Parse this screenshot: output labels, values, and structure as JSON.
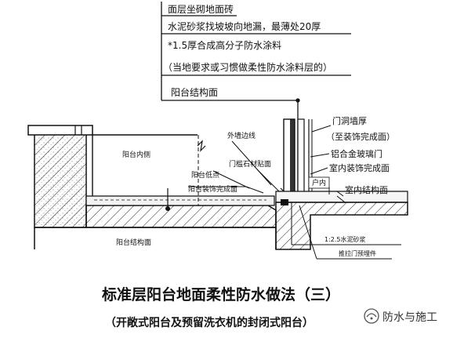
{
  "notes": {
    "n1": "面层坐砌地面砖",
    "n2": "水泥砂浆找坡坡向地漏，最薄处20厚",
    "n3": "*1.5厚合成高分子防水涂料",
    "n4": "（当地要求或习惯做柔性防水涂料层的）",
    "n5": "阳台结构面"
  },
  "labels": {
    "balcony_inner": "阳台内侧",
    "outer_wall_line": "外墙边线",
    "door_sill_finish": "门槛石材贴面",
    "balcony_low_point": "阳台低点",
    "balcony_finish": "阳台装饰完成面",
    "door_wall_thickness": "门洞墙厚",
    "to_finish_face": "（至装饰完成面）",
    "aluminum_glass_door": "铝合金玻璃门",
    "indoor_finish": "室内装饰完成面",
    "indoor_label": "户内",
    "indoor_structure": "室内结构面",
    "cement_mortar": "1:2.5水泥砂浆",
    "door_embed": "推拉门预埋件",
    "balcony_structure": "阳台结构面"
  },
  "title": {
    "main": "标准层阳台地面柔性防水做法（三）",
    "sub": "（开敞式阳台及预留洗衣机的封闭式阳台）"
  },
  "watermark": "防水与施工"
}
